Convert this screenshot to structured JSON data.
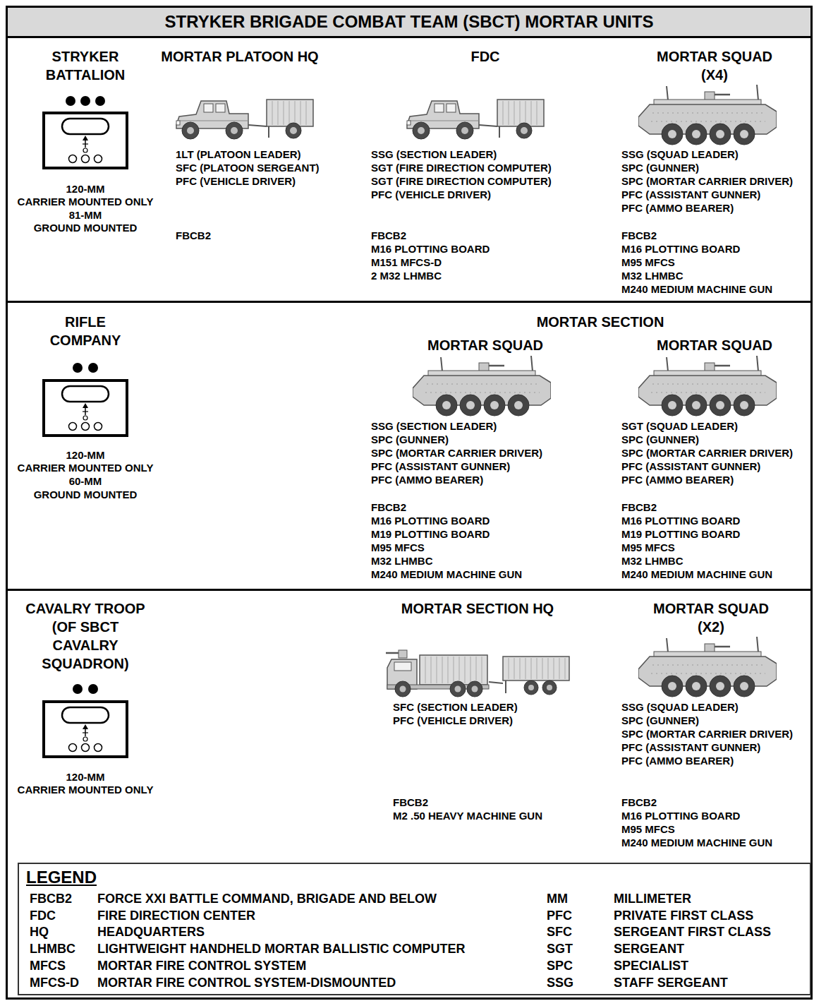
{
  "diagram": {
    "title": "STRYKER BRIGADE COMBAT TEAM (SBCT) MORTAR UNITS",
    "nodes": [
      {
        "text": [
          "STRYKER BATTALION",
          "120-MM",
          "CARRIER MOUNTED ONLY",
          "81-MM",
          "GROUND MOUNTED",
          "MORTAR PLATOON HQ",
          "1LT (PLATOON LEADER)",
          "SFC (PLATOON SERGEANT)",
          "PFC (VEHICLE DRIVER)",
          "FBCB2",
          "FDC",
          "SSG (SECTION LEADER)",
          "SGT (FIRE DIRECTION COMPUTER)",
          "SGT (FIRE DIRECTION COMPUTER)",
          "PFC (VEHICLE DRIVER)",
          "FBCB2",
          "M16 PLOTTING BOARD",
          "M151 MFCS-D",
          "2 M32 LHMBC",
          "MORTAR SQUAD (X4)",
          "SSG (SQUAD LEADER)",
          "SPC (GUNNER)",
          "SPC (MORTAR CARRIER DRIVER)",
          "PFC (ASSISTANT GUNNER)",
          "PFC (AMMO BEARER)",
          "FBCB2",
          "M16 PLOTTING BOARD",
          "M95 MFCS",
          "M32 LHMBC",
          "M240 MEDIUM MACHINE GUN"
        ]
      },
      {
        "text": [
          "RIFLE COMPANY",
          "120-MM",
          "CARRIER MOUNTED ONLY",
          "60-MM",
          "GROUND MOUNTED",
          "MORTAR SECTION",
          "MORTAR SQUAD",
          "SSG (SECTION LEADER)",
          "SPC (GUNNER)",
          "SPC (MORTAR CARRIER DRIVER)",
          "PFC (ASSISTANT GUNNER)",
          "PFC (AMMO BEARER)",
          "FBCB2",
          "M16 PLOTTING BOARD",
          "M19 PLOTTING BOARD",
          "M95 MFCS",
          "M32 LHMBC",
          "M240 MEDIUM MACHINE GUN",
          "MORTAR SQUAD",
          "SGT (SQUAD LEADER)",
          "SPC (GUNNER)",
          "SPC (MORTAR CARRIER DRIVER)",
          "PFC (ASSISTANT GUNNER)",
          "PFC (AMMO BEARER)",
          "FBCB2",
          "M16 PLOTTING BOARD",
          "M19 PLOTTING BOARD",
          "M95 MFCS",
          "M32 LHMBC",
          "M240 MEDIUM MACHINE GUN"
        ]
      },
      {
        "text": [
          "CAVALRY TROOP (OF SBCT CAVALRY SQUADRON)",
          "120-MM",
          "CARRIER MOUNTED ONLY",
          "MORTAR SECTION HQ",
          "SFC (SECTION LEADER)",
          "PFC (VEHICLE DRIVER)",
          "FBCB2",
          "M2 .50 HEAVY MACHINE GUN",
          "MORTAR SQUAD (X2)",
          "SSG (SQUAD LEADER)",
          "SPC (GUNNER)",
          "SPC (MORTAR CARRIER DRIVER)",
          "PFC (ASSISTANT GUNNER)",
          "PFC (AMMO BEARER)",
          "FBCB2",
          "M16 PLOTTING BOARD",
          "M95 MFCS",
          "M240 MEDIUM MACHINE GUN"
        ]
      },
      {
        "text": [
          "LEGEND",
          "FBCB2",
          "FORCE XXI BATTLE COMMAND, BRIGADE AND BELOW",
          "FDC",
          "FIRE DIRECTION CENTER",
          "HQ",
          "HEADQUARTERS",
          "LHMBC",
          "LIGHTWEIGHT HANDHELD MORTAR BALLISTIC COMPUTER",
          "MFCS",
          "MORTAR FIRE CONTROL SYSTEM",
          "MFCS-D",
          "MORTAR FIRE CONTROL SYSTEM-DISMOUNTED",
          "MM",
          "MILLIMETER",
          "PFC",
          "PRIVATE FIRST CLASS",
          "SFC",
          "SERGEANT FIRST CLASS",
          "SGT",
          "SERGEANT",
          "SPC",
          "SPECIALIST",
          "SSG",
          "STAFF SERGEANT"
        ],
        "in": 2
      }
    ]
  }
}
